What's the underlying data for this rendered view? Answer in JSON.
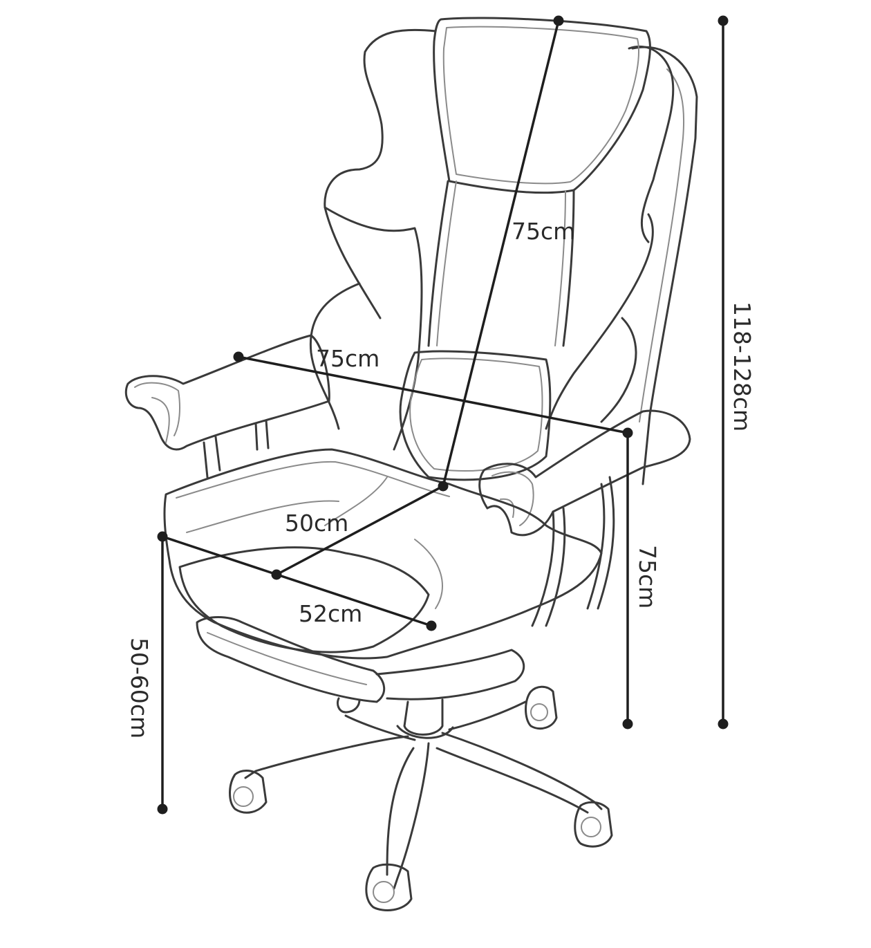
{
  "diagram": {
    "subject": "chair-outline",
    "colors": {
      "line": "#1e1e1e",
      "outline": "#3a3a3a",
      "background": "#ffffff"
    },
    "dimensions": {
      "backrest_height": "75cm",
      "width": "75cm",
      "seat_depth": "50cm",
      "seat_width": "52cm",
      "seat_height": "50-60cm",
      "armrest_height": "75cm",
      "total_height": "118-128cm"
    }
  }
}
